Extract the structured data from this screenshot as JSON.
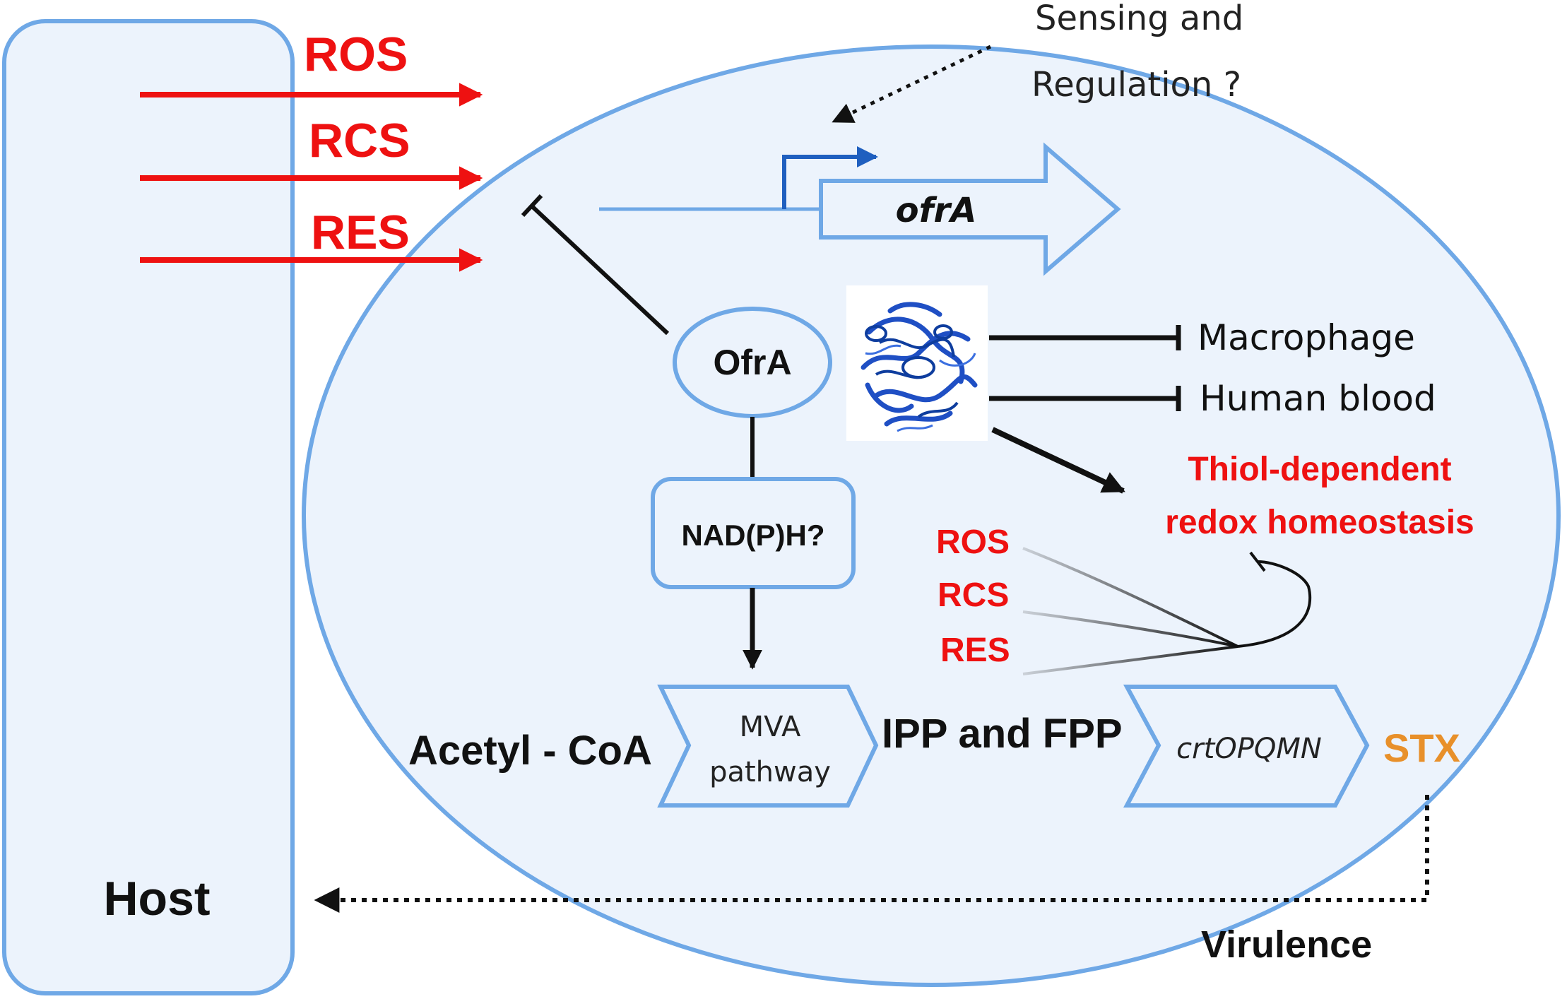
{
  "colors": {
    "outline": "#6fa8e6",
    "fill": "#ecf3fc",
    "red": "#ee1111",
    "orange": "#e8902a",
    "black": "#111111",
    "protein": "#1f4fc4"
  },
  "host": {
    "label": "Host"
  },
  "external_signals": {
    "ros": "ROS",
    "rcs": "RCS",
    "res": "RES"
  },
  "sensing": {
    "line1": "Sensing and",
    "line2": "Regulation ?"
  },
  "gene": {
    "label": "ofrA"
  },
  "protein": {
    "label": "OfrA",
    "structure_icon": "protein-structure-ribbon"
  },
  "cofactor": {
    "label": "NAD(P)H?"
  },
  "targets": {
    "macrophage": "Macrophage",
    "blood": "Human blood"
  },
  "homeostasis": {
    "line1": "Thiol-dependent",
    "line2": "redox homeostasis"
  },
  "internal_signals": {
    "ros": "ROS",
    "rcs": "RCS",
    "res": "RES"
  },
  "pathway": {
    "substrate": "Acetyl - CoA",
    "mva_line1": "MVA",
    "mva_line2": "pathway",
    "intermediate": "IPP and FPP",
    "genes": "crtOPQMN",
    "product": "STX"
  },
  "virulence": {
    "label": "Virulence"
  }
}
